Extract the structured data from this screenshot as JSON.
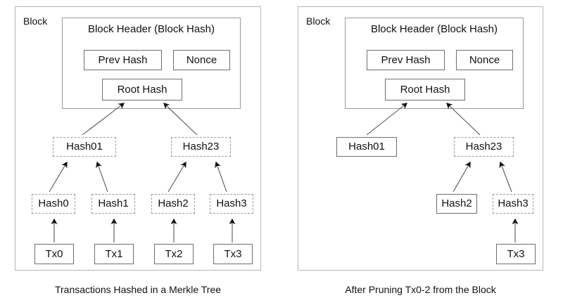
{
  "figure": {
    "title": "Merkle tree block pruning diagram",
    "background": "#ffffff",
    "solid_border_color": "#6f6f6f",
    "dashed_border_color": "#9b9b9b",
    "panel_border_color": "#b5b5b5",
    "text_color": "#111111"
  },
  "panels": [
    {
      "id": "left",
      "block_label": "Block",
      "caption": "Transactions Hashed in a Merkle Tree",
      "header": {
        "title": "Block Header (Block Hash)",
        "fields": [
          {
            "label": "Prev Hash",
            "style": "solid"
          },
          {
            "label": "Nonce",
            "style": "solid"
          }
        ],
        "root": {
          "label": "Root Hash",
          "style": "solid"
        }
      },
      "internal_nodes": [
        {
          "label": "Hash01",
          "style": "dashed"
        },
        {
          "label": "Hash23",
          "style": "dashed"
        }
      ],
      "leaf_hashes": [
        {
          "label": "Hash0",
          "style": "dashed"
        },
        {
          "label": "Hash1",
          "style": "dashed"
        },
        {
          "label": "Hash2",
          "style": "dashed"
        },
        {
          "label": "Hash3",
          "style": "dashed"
        }
      ],
      "transactions": [
        {
          "label": "Tx0",
          "style": "solid"
        },
        {
          "label": "Tx1",
          "style": "solid"
        },
        {
          "label": "Tx2",
          "style": "solid"
        },
        {
          "label": "Tx3",
          "style": "solid"
        }
      ]
    },
    {
      "id": "right",
      "block_label": "Block",
      "caption": "After Pruning Tx0-2 from the Block",
      "header": {
        "title": "Block Header (Block Hash)",
        "fields": [
          {
            "label": "Prev Hash",
            "style": "solid"
          },
          {
            "label": "Nonce",
            "style": "solid"
          }
        ],
        "root": {
          "label": "Root Hash",
          "style": "solid"
        }
      },
      "internal_nodes": [
        {
          "label": "Hash01",
          "style": "solid"
        },
        {
          "label": "Hash23",
          "style": "dashed"
        }
      ],
      "leaf_hashes": [
        {
          "label": "Hash2",
          "style": "solid"
        },
        {
          "label": "Hash3",
          "style": "dashed"
        }
      ],
      "transactions": [
        {
          "label": "Tx3",
          "style": "solid"
        }
      ]
    }
  ]
}
